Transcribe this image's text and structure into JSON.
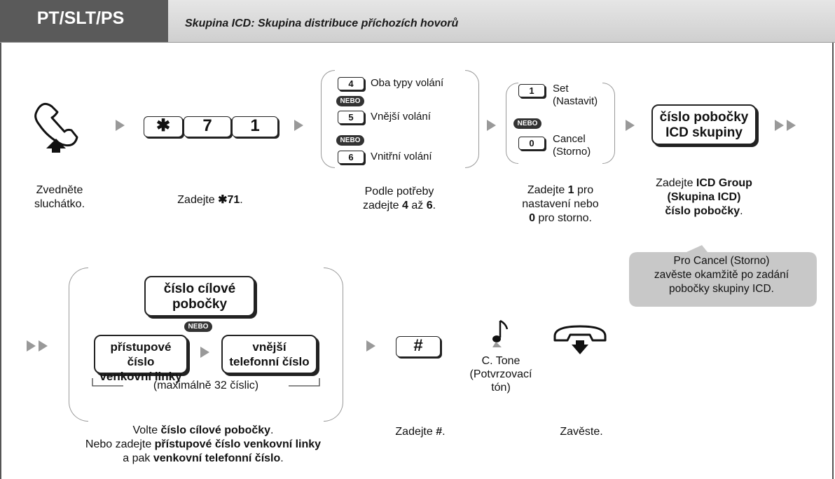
{
  "header": {
    "tab_label": "PT/SLT/PS",
    "title": "Skupina ICD: Skupina distribuce příchozích hovorů"
  },
  "step1": {
    "caption": "Zvedněte sluchátko.",
    "icon": "handset-offhook-icon"
  },
  "step2": {
    "keys": [
      "✱",
      "7",
      "1"
    ],
    "caption_pre": "Zadejte ",
    "caption_bold": "✱71",
    "caption_post": "."
  },
  "step3": {
    "options": [
      {
        "key": "4",
        "label": "Oba typy volání"
      },
      {
        "key": "5",
        "label": "Vnější volání"
      },
      {
        "key": "6",
        "label": "Vnitřní volání"
      }
    ],
    "or_label": "NEBO",
    "caption_a": "Podle potřeby",
    "caption_b_pre": "zadejte ",
    "caption_b_bold1": "4",
    "caption_b_mid": " až ",
    "caption_b_bold2": "6",
    "caption_b_post": "."
  },
  "step4": {
    "options": [
      {
        "key": "1",
        "label": "Set",
        "label2": "(Nastavit)"
      },
      {
        "key": "0",
        "label": "Cancel",
        "label2": "(Storno)"
      }
    ],
    "or_label": "NEBO",
    "caption_a_pre": "Zadejte ",
    "caption_a_bold": "1",
    "caption_a_post": " pro",
    "caption_b": "nastavení nebo",
    "caption_c_bold": "0",
    "caption_c_post": " pro storno."
  },
  "step5": {
    "box_line1": "číslo pobočky",
    "box_line2": "ICD skupiny",
    "caption_a_pre": "Zadejte ",
    "caption_a_bold": "ICD Group",
    "caption_b_bold": "(Skupina ICD)",
    "caption_c_bold": "číslo pobočky",
    "caption_c_post": ".",
    "note": [
      "Pro Cancel (Storno)",
      "zavěste okamžitě po zadání",
      "pobočky skupiny ICD."
    ]
  },
  "step6": {
    "box_dest_line1": "číslo cílové",
    "box_dest_line2": "pobočky",
    "or_label": "NEBO",
    "box_access_line1": "přístupové číslo",
    "box_access_line2": "venkovní linky",
    "box_ext_line1": "vnější",
    "box_ext_line2": "telefonní číslo",
    "max_digits": "(maximálně 32 číslic)",
    "caption_a_pre": "Volte ",
    "caption_a_bold": "číslo cílové pobočky",
    "caption_a_post": ".",
    "caption_b_pre": "Nebo zadejte ",
    "caption_b_bold": "přístupové číslo venkovní linky",
    "caption_c_pre": "a pak ",
    "caption_c_bold": "venkovní telefonní číslo",
    "caption_c_post": "."
  },
  "step7": {
    "key": "#",
    "caption_pre": "Zadejte ",
    "caption_bold": "#",
    "caption_post": "."
  },
  "step8": {
    "tone_lines": [
      "C. Tone",
      "(Potvrzovací",
      "tón)"
    ]
  },
  "step9": {
    "caption": "Zavěste.",
    "icon": "handset-onhook-icon"
  },
  "colors": {
    "header_tab": "#5a5a5a",
    "arrow": "#999999",
    "note_bg": "#c8c8c8"
  }
}
